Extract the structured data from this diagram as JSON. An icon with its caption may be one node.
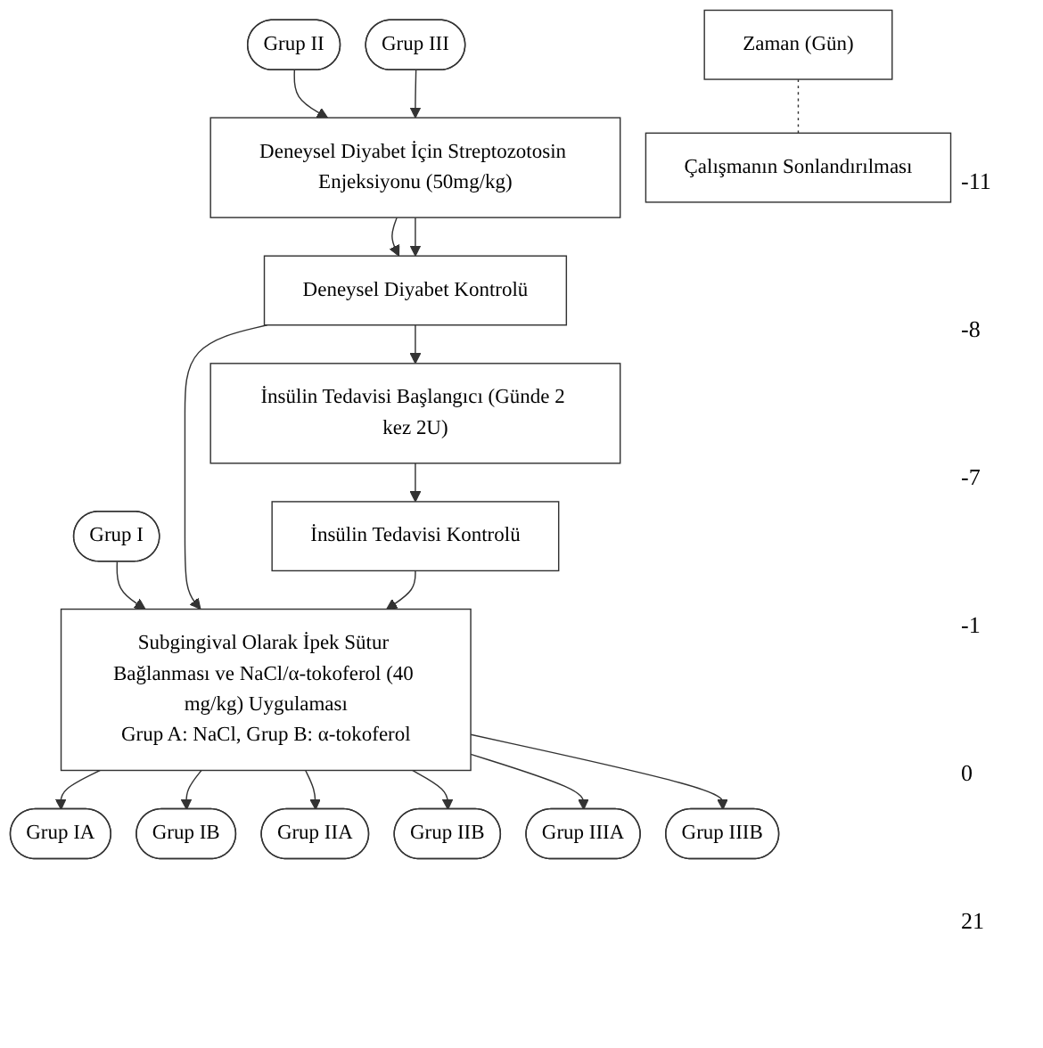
{
  "diagram": {
    "nodes": [
      {
        "text": [
          "Grup I"
        ]
      },
      {
        "text": [
          "Grup II"
        ]
      },
      {
        "text": [
          "Grup III"
        ]
      },
      {
        "text": [
          "Zaman (Gün)"
        ]
      },
      {
        "text": [
          "Deneysel Diyabet İçin Streptozotosin Enjeksiyonu (50mg/kg)"
        ]
      },
      {
        "text": [
          "Deneysel Diyabet Kontrolü"
        ]
      },
      {
        "text": [
          "İnsülin Tedavisi Başlangıcı (Günde 2 kez 2U)"
        ]
      },
      {
        "text": [
          "İnsülin Tedavisi Kontrolü"
        ]
      },
      {
        "text": [
          "Subgingival Olarak İpek Sütur Bağlanması ve NaCl/α-tokoferol (40 mg/kg) Uygulaması",
          "Grup A: NaCl, Grup B: α-tokoferol"
        ]
      },
      {
        "text": [
          "Grup IA"
        ]
      },
      {
        "text": [
          "Grup IB"
        ]
      },
      {
        "text": [
          "Grup IIA"
        ]
      },
      {
        "text": [
          "Grup IIB"
        ]
      },
      {
        "text": [
          "Grup IIIA"
        ]
      },
      {
        "text": [
          "Grup IIIB"
        ]
      },
      {
        "text": [
          "Çalışmanın Sonlandırılması"
        ]
      }
    ],
    "edges": [
      {
        "from": 0,
        "to": 8,
        "arrow": "to"
      },
      {
        "from": 1,
        "to": 4,
        "arrow": "to"
      },
      {
        "from": 2,
        "to": 4,
        "arrow": "to"
      },
      {
        "from": 4,
        "to": 5,
        "arrow": "to"
      },
      {
        "from": 4,
        "to": 5,
        "arrow": "to"
      },
      {
        "from": 5,
        "to": 8,
        "arrow": "to"
      },
      {
        "from": 5,
        "to": 6,
        "arrow": "to"
      },
      {
        "from": 6,
        "to": 7,
        "arrow": "to"
      },
      {
        "from": 7,
        "to": 8,
        "arrow": "to"
      },
      {
        "from": 8,
        "to": 9,
        "arrow": "to"
      },
      {
        "from": 8,
        "to": 10,
        "arrow": "to"
      },
      {
        "from": 8,
        "to": 11,
        "arrow": "to"
      },
      {
        "from": 8,
        "to": 12,
        "arrow": "to"
      },
      {
        "from": 8,
        "to": 13,
        "arrow": "to"
      },
      {
        "from": 8,
        "to": 14,
        "arrow": "to"
      },
      {
        "from": 3,
        "to": 15,
        "arrow": "none",
        "style": "dashed"
      }
    ],
    "labels": [
      "-11",
      "-8",
      "-7",
      "-1",
      "0",
      "21"
    ]
  }
}
